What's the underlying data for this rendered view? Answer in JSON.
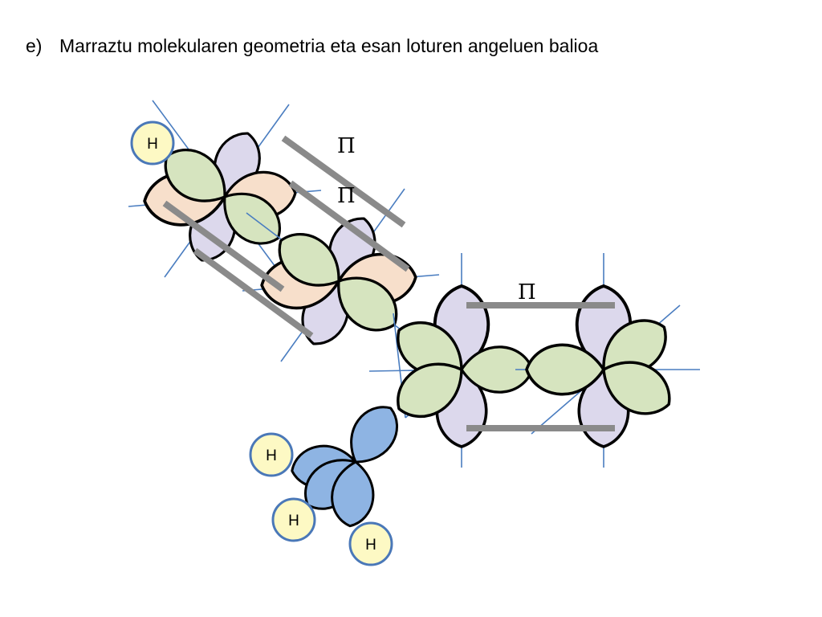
{
  "question": {
    "marker": "e)",
    "text": "Marraztu molekularen geometria eta esan loturen angeluen balioa"
  },
  "diagram": {
    "hydrogen_label": "H",
    "pi_label": "Π",
    "colors": {
      "sp_lobe": "#d6e4bf",
      "sp_lobe_alt": "#f7dfcb",
      "p_lobe": "#dcd8ec",
      "sp3_lobe": "#8eb4e3",
      "hydrogen": "#fdf9c4",
      "hydrogen_border": "#4a78b8",
      "axis": "#4a7dc0",
      "pi_bar": "#8a8a8a"
    }
  }
}
